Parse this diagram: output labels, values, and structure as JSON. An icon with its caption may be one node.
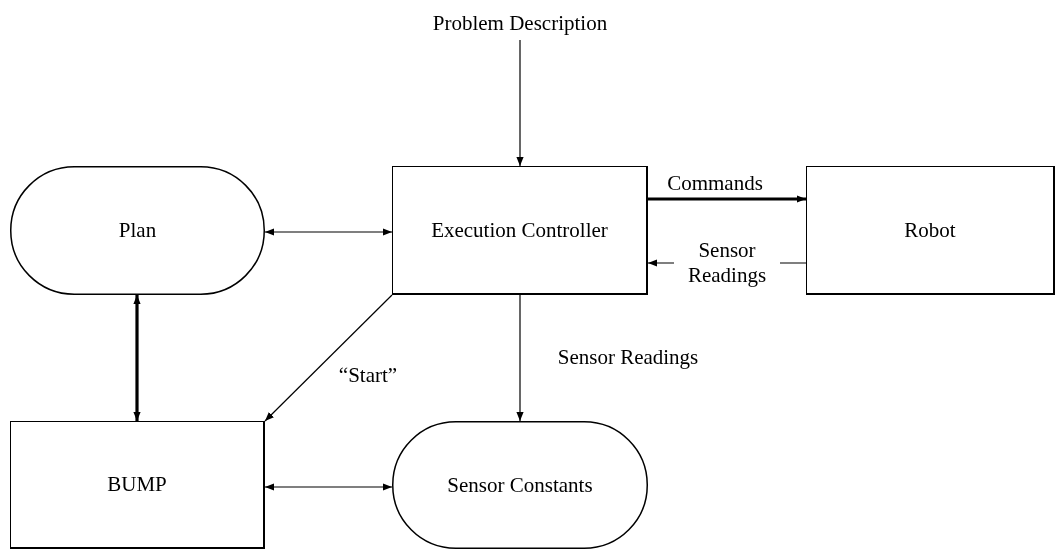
{
  "diagram": {
    "nodes": [
      {
        "text": [
          "Problem Description"
        ]
      },
      {
        "text": [
          "Execution Controller"
        ]
      },
      {
        "text": [
          "Plan"
        ]
      },
      {
        "text": [
          "Robot"
        ]
      },
      {
        "text": [
          "BUMP"
        ]
      },
      {
        "text": [
          "Sensor Constants"
        ]
      }
    ],
    "edges": [
      {
        "from": 0,
        "to": 1,
        "arrow": "to"
      },
      {
        "from": 2,
        "to": 1,
        "arrow": "both"
      },
      {
        "from": 1,
        "to": 3,
        "arrow": "to",
        "label": "Commands",
        "style": "thick"
      },
      {
        "from": 3,
        "to": 1,
        "arrow": "to",
        "label": "Sensor Readings"
      },
      {
        "from": 1,
        "to": 5,
        "arrow": "to",
        "label": "Sensor Readings"
      },
      {
        "from": 1,
        "to": 4,
        "arrow": "to",
        "label": "“Start”"
      },
      {
        "from": 2,
        "to": 4,
        "arrow": "both",
        "style": "thick"
      },
      {
        "from": 4,
        "to": 5,
        "arrow": "both"
      }
    ]
  }
}
